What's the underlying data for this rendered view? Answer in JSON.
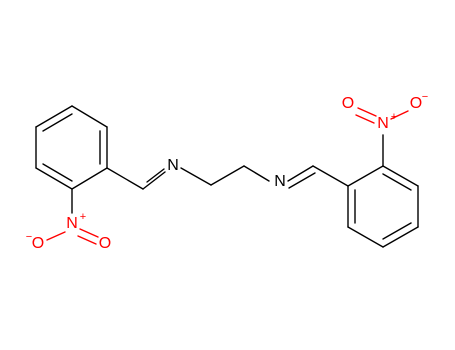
{
  "diagram": {
    "type": "chemical-structure",
    "atoms": [
      {
        "id": "N_imine_left",
        "label": "N",
        "color": "#000000"
      },
      {
        "id": "N_imine_right",
        "label": "N",
        "color": "#000000"
      },
      {
        "id": "N_nitro_left",
        "label": "N",
        "color": "#ff0000",
        "charge": "+"
      },
      {
        "id": "O_left_neg",
        "label": "O",
        "color": "#ff0000",
        "charge": "−"
      },
      {
        "id": "O_left_dbl",
        "label": "O",
        "color": "#ff0000"
      },
      {
        "id": "N_nitro_right",
        "label": "N",
        "color": "#ff0000",
        "charge": "+"
      },
      {
        "id": "O_right_neg",
        "label": "O",
        "color": "#ff0000",
        "charge": "−"
      },
      {
        "id": "O_right_dbl",
        "label": "O",
        "color": "#ff0000"
      }
    ],
    "colors": {
      "bond": "#000000",
      "heteroatom_nitro": "#ff0000",
      "background": "#ffffff"
    }
  }
}
